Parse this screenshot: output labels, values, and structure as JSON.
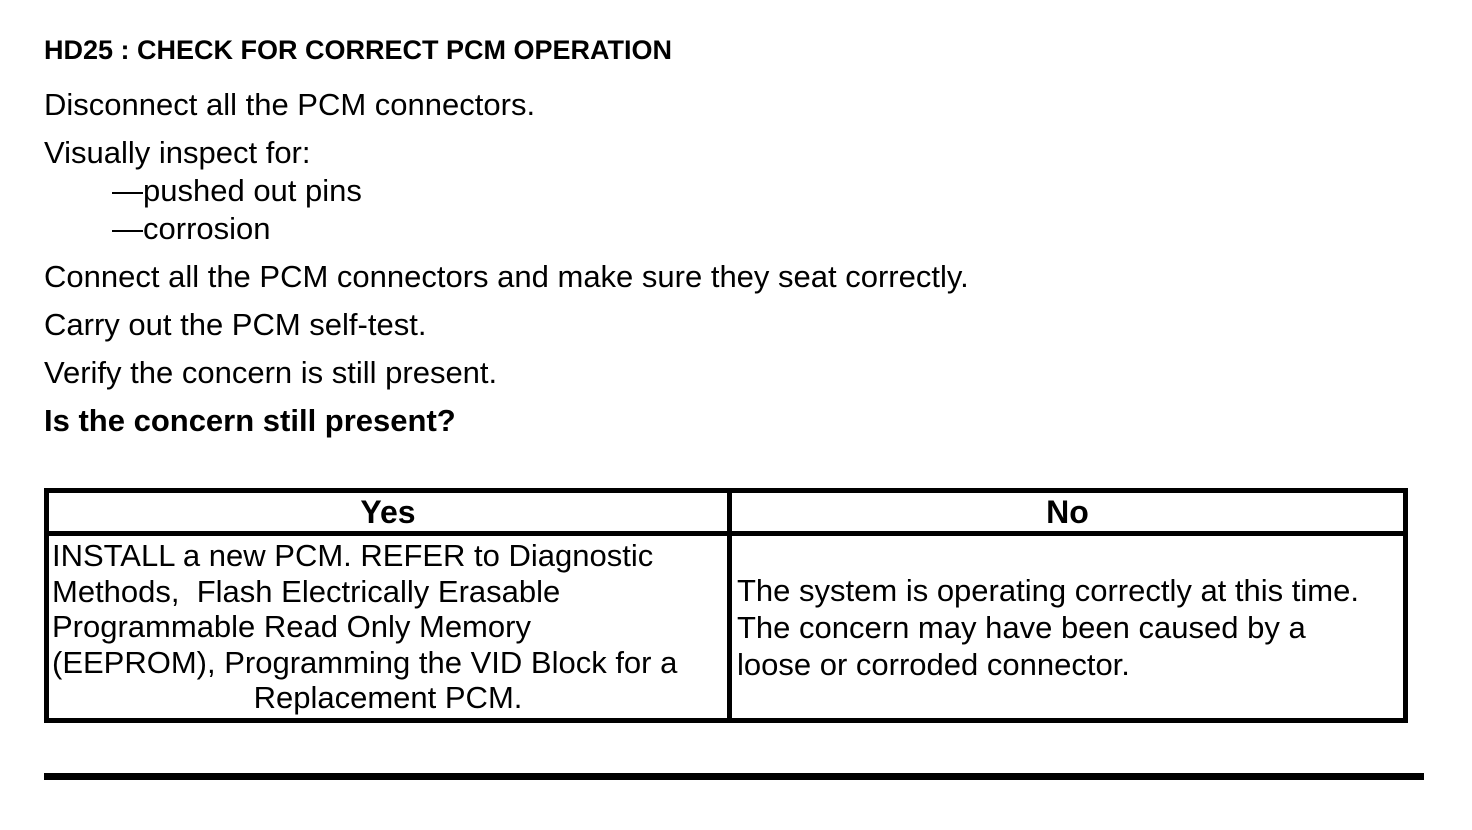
{
  "document": {
    "heading": "HD25 : CHECK FOR CORRECT PCM OPERATION",
    "body": {
      "step_disconnect": "Disconnect all the PCM connectors.",
      "step_inspect": "Visually inspect for:",
      "inspect_item_pins": "—pushed out pins",
      "inspect_item_corrosion": "—corrosion",
      "step_connect": "Connect all the PCM connectors and make sure they seat correctly.",
      "step_selftest": "Carry out the PCM self-test.",
      "step_verify": "Verify the concern is still present.",
      "question": "Is the concern still present?"
    },
    "decision_table": {
      "yes_header": "Yes",
      "no_header": "No",
      "yes_lines": [
        "INSTALL a new PCM. REFER to Diagnostic",
        "Methods,  Flash Electrically Erasable",
        "Programmable Read Only Memory",
        "(EEPROM), Programming the VID Block for a",
        "Replacement PCM."
      ],
      "no_lines": [
        "The system is operating correctly at this time.",
        "The concern may have been caused by a",
        "loose or corroded connector."
      ]
    }
  }
}
